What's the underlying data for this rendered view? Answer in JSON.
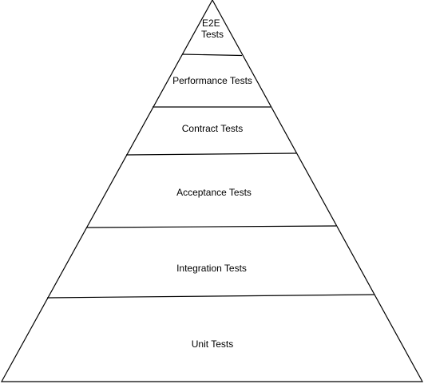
{
  "diagram": {
    "layers": [
      {
        "lines": [
          "E2E",
          "Tests"
        ]
      },
      {
        "lines": [
          "Performance Tests"
        ]
      },
      {
        "lines": [
          "Contract Tests"
        ]
      },
      {
        "lines": [
          "Acceptance Tests"
        ]
      },
      {
        "lines": [
          "Integration Tests"
        ]
      },
      {
        "lines": [
          "Unit Tests"
        ]
      }
    ]
  }
}
